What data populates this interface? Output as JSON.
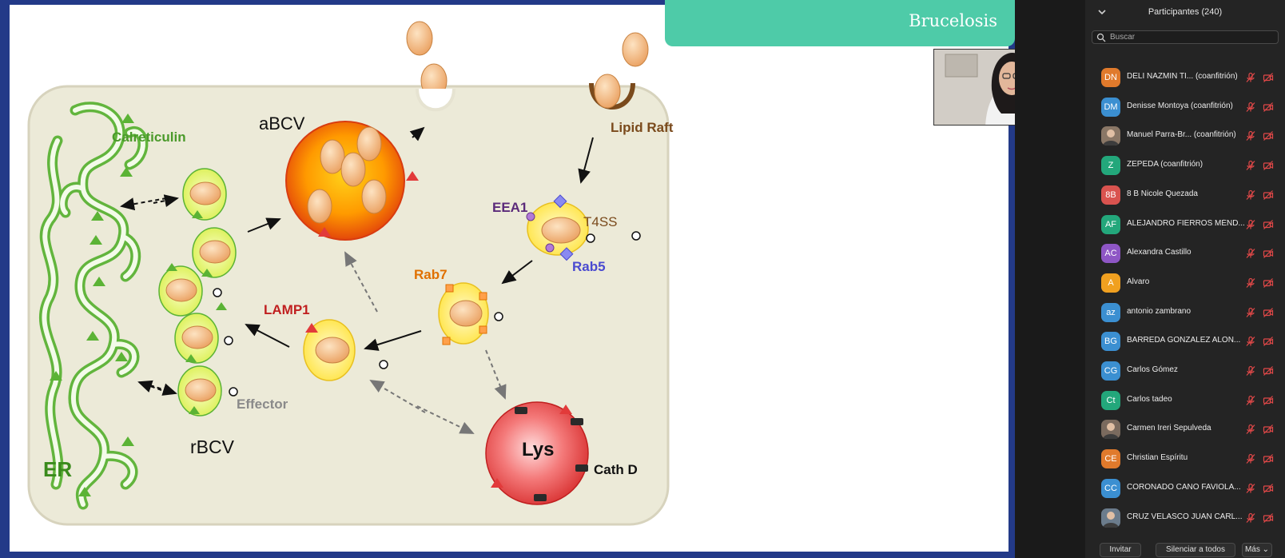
{
  "slide": {
    "title": "Brucelosis",
    "labels": {
      "calreticulin": "Calreticulin",
      "abcv": "aBCV",
      "lipid_raft": "Lipid Raft",
      "eea1": "EEA1",
      "t4ss": "T4SS",
      "rab5": "Rab5",
      "rab7": "Rab7",
      "lamp1": "LAMP1",
      "effector": "Effector",
      "rbcv": "rBCV",
      "er": "ER",
      "lys": "Lys",
      "cath_d": "Cath D"
    }
  },
  "panel": {
    "title": "Participantes (240)",
    "search_placeholder": "Buscar",
    "participants": [
      {
        "initials": "DN",
        "name": "DELI NAZMIN TI... (coanfitrión)",
        "color": "#e07a2c"
      },
      {
        "initials": "DM",
        "name": "Denisse Montoya (coanfitrión)",
        "color": "#3b8fd1"
      },
      {
        "initials": "",
        "name": "Manuel Parra-Br... (coanfitrión)",
        "color": "#8a7766",
        "photo": true
      },
      {
        "initials": "Z",
        "name": "ZEPEDA (coanfitrión)",
        "color": "#23a77b"
      },
      {
        "initials": "8B",
        "name": "8 B Nicole Quezada",
        "color": "#d9534f"
      },
      {
        "initials": "AF",
        "name": "ALEJANDRO FIERROS MÉND...",
        "color": "#23a77b"
      },
      {
        "initials": "AC",
        "name": "Alexandra Castillo",
        "color": "#8e56c5"
      },
      {
        "initials": "A",
        "name": "Alvaro",
        "color": "#f0a020"
      },
      {
        "initials": "az",
        "name": "antonio zambrano",
        "color": "#3b8fd1"
      },
      {
        "initials": "BG",
        "name": "BARREDA GONZALEZ ALON...",
        "color": "#3b8fd1"
      },
      {
        "initials": "CG",
        "name": "Carlos Gómez",
        "color": "#3b8fd1"
      },
      {
        "initials": "Ct",
        "name": "Carlos tadeo",
        "color": "#23a77b"
      },
      {
        "initials": "",
        "name": "Carmen Ireri Sepulveda",
        "color": "#7a6a5e",
        "photo": true
      },
      {
        "initials": "CE",
        "name": "Christian Espíritu",
        "color": "#e07a2c"
      },
      {
        "initials": "CC",
        "name": "CORONADO CANO FAVIOLA...",
        "color": "#3b8fd1"
      },
      {
        "initials": "",
        "name": "CRUZ VELASCO JUAN CARL...",
        "color": "#6b7c8c",
        "photo": true
      }
    ],
    "footer": {
      "invite": "Invitar",
      "mute_all": "Silenciar a todos",
      "more": "Más"
    }
  },
  "icons": {
    "collapse": "chevron-down-icon",
    "search": "search-icon",
    "mic": "mic-muted-icon",
    "cam": "video-off-icon"
  }
}
